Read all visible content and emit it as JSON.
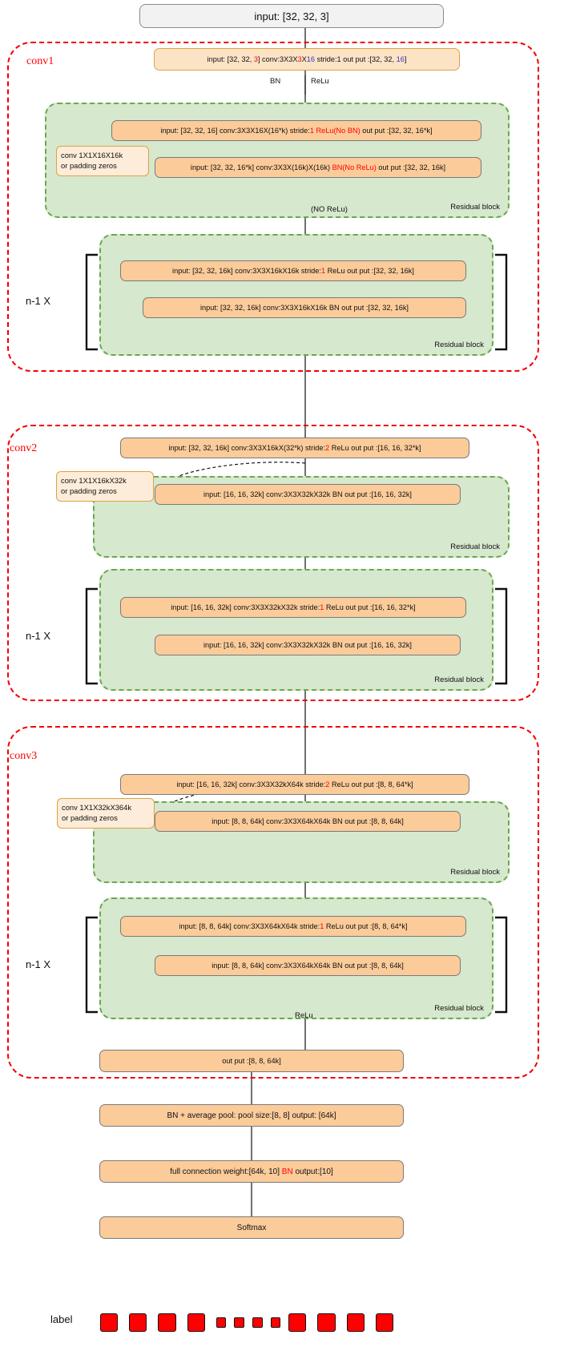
{
  "diagram": {
    "title_box": "input: [32, 32, 3]",
    "axis_labels": {
      "bn": "BN",
      "relu": "ReLu",
      "no_relu": "(NO ReLu)",
      "relu_bottom": "ReLu"
    },
    "repeat_label": "n-1  X",
    "residual_block_label": "Residual block",
    "label_text": "label"
  },
  "groups": [
    {
      "name": "conv1",
      "stem": {
        "parts": [
          {
            "t": "input: [32, 32, ",
            "c": "black"
          },
          {
            "t": "3",
            "c": "red"
          },
          {
            "t": "]  conv:3X3X",
            "c": "black"
          },
          {
            "t": "3",
            "c": "red"
          },
          {
            "t": "X",
            "c": "black"
          },
          {
            "t": "16",
            "c": "blue"
          },
          {
            "t": "  stride:1  out put :[32, 32, ",
            "c": "black"
          },
          {
            "t": "16",
            "c": "blue"
          },
          {
            "t": "]",
            "c": "black"
          }
        ]
      },
      "shortcut": {
        "line1": "conv 1X1X16X16k",
        "line2": "or padding zeros"
      },
      "block1": {
        "row1": [
          {
            "t": "input: [32, 32, 16]  conv:3X3X16X(16*k) stride:",
            "c": "black"
          },
          {
            "t": "1",
            "c": "red"
          },
          {
            "t": "  ",
            "c": "black"
          },
          {
            "t": "ReLu(No BN)",
            "c": "red"
          },
          {
            "t": "  out put :[32, 32, 16*k]",
            "c": "black"
          }
        ],
        "row2": [
          {
            "t": "input: [32, 32, 16*k]  conv:3X3X(16k)X(16k)  ",
            "c": "black"
          },
          {
            "t": "BN(No ReLu)",
            "c": "red"
          },
          {
            "t": "  out put :[32, 32, 16k]",
            "c": "black"
          }
        ]
      },
      "block2": {
        "row1": [
          {
            "t": "input: [32, 32, 16k]  conv:3X3X16kX16k stride:",
            "c": "black"
          },
          {
            "t": "1",
            "c": "red"
          },
          {
            "t": "  ReLu  out put :[32, 32, 16k]",
            "c": "black"
          }
        ],
        "row2": [
          {
            "t": "input: [32, 32, 16k]  conv:3X3X16kX16k  BN   out put :[32, 32, 16k]",
            "c": "black"
          }
        ]
      }
    },
    {
      "name": "conv2",
      "shortcut": {
        "line1": "conv 1X1X16kX32k",
        "line2": "or padding zeros"
      },
      "block1": {
        "row1": [
          {
            "t": "input: [32, 32, 16k]  conv:3X3X16kX(32*k) stride:",
            "c": "black"
          },
          {
            "t": "2",
            "c": "red"
          },
          {
            "t": " ReLu  out put :[16, 16, 32*k]",
            "c": "black"
          }
        ],
        "row2": [
          {
            "t": "input: [16, 16, 32k]  conv:3X3X32kX32k  BN  out put :[16, 16, 32k]",
            "c": "black"
          }
        ]
      },
      "block2": {
        "row1": [
          {
            "t": "input: [16, 16, 32k]  conv:3X3X32kX32k stride:",
            "c": "black"
          },
          {
            "t": "1",
            "c": "red"
          },
          {
            "t": "  ReLu  out put :[16, 16, 32*k]",
            "c": "black"
          }
        ],
        "row2": [
          {
            "t": "input: [16, 16, 32k]  conv:3X3X32kX32k  BN  out put :[16, 16, 32k]",
            "c": "black"
          }
        ]
      }
    },
    {
      "name": "conv3",
      "shortcut": {
        "line1": "conv 1X1X32kX364k",
        "line2": "or padding zeros"
      },
      "block1": {
        "row1": [
          {
            "t": "input: [16, 16, 32k]  conv:3X3X32kX64k stride:",
            "c": "black"
          },
          {
            "t": "2",
            "c": "red"
          },
          {
            "t": " ReLu  out put :[8, 8, 64*k]",
            "c": "black"
          }
        ],
        "row2": [
          {
            "t": "input: [8, 8, 64k]  conv:3X3X64kX64k  BN  out put :[8, 8, 64k]",
            "c": "black"
          }
        ]
      },
      "block2": {
        "row1": [
          {
            "t": "input: [8, 8, 64k]  conv:3X3X64kX64k stride:",
            "c": "black"
          },
          {
            "t": "1",
            "c": "red"
          },
          {
            "t": "  ReLu  out put :[8, 8, 64*k]",
            "c": "black"
          }
        ],
        "row2": [
          {
            "t": "input: [8, 8, 64k]  conv:3X3X64kX64k  BN  out put :[8, 8, 64k]",
            "c": "black"
          }
        ]
      },
      "output_box": [
        {
          "t": "out put :[8, 8, 64k]",
          "c": "black"
        }
      ]
    }
  ],
  "tail": {
    "pool": [
      {
        "t": "BN + average pool:  pool size:[8, 8] output: [64k]",
        "c": "black"
      }
    ],
    "fc": [
      {
        "t": "full connection weight:[64k, 10]  ",
        "c": "black"
      },
      {
        "t": "BN",
        "c": "red"
      },
      {
        "t": " output:[10]",
        "c": "black"
      }
    ],
    "softmax": [
      {
        "t": "Softmax",
        "c": "black"
      }
    ],
    "label_squares": [
      {
        "size": "large"
      },
      {
        "size": "large"
      },
      {
        "size": "large"
      },
      {
        "size": "large"
      },
      {
        "size": "small"
      },
      {
        "size": "small"
      },
      {
        "size": "small"
      },
      {
        "size": "small"
      },
      {
        "size": "large"
      },
      {
        "size": "large"
      },
      {
        "size": "large"
      },
      {
        "size": "large"
      }
    ]
  },
  "colors": {
    "box_fill": "#fbcb9a",
    "box_border": "#7a7a7a",
    "callout_fill": "#fdecd9",
    "callout_border": "#d9a441",
    "green_fill": "#d6e8cd",
    "green_border": "#6aa84f",
    "group_border": "#f20000",
    "accent_red": "#ff0000",
    "accent_blue": "#3333cc",
    "label_square": "#ff0000"
  }
}
